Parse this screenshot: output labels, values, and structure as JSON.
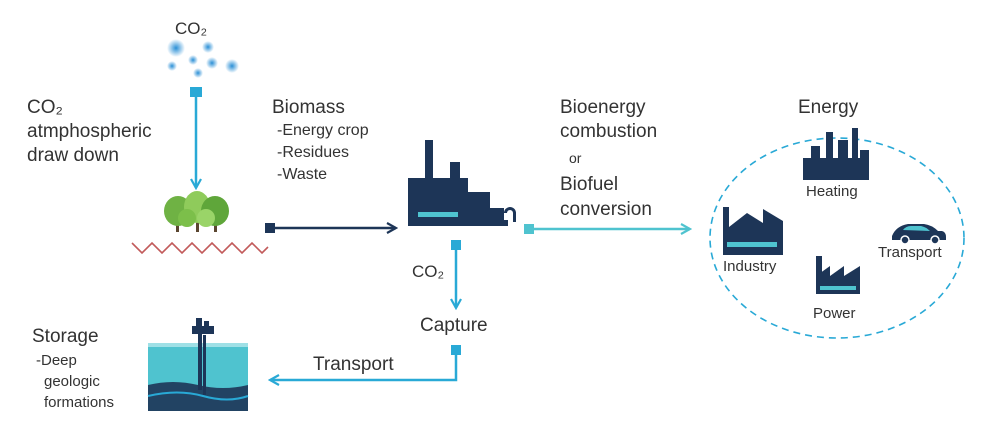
{
  "colors": {
    "accent": "#29a9d6",
    "dark": "#1d3557",
    "teal": "#4fc3cf",
    "ground": "#c25b5b",
    "tree": "#7cbf4a"
  },
  "icons": [
    "co2-cloud-icon",
    "trees-icon",
    "factory-icon",
    "industry-icon",
    "heating-icon",
    "power-icon",
    "car-icon",
    "storage-well-icon"
  ],
  "labels": {
    "co2_top": "CO₂",
    "draw_down": [
      "CO₂",
      "atmphospheric",
      "draw down"
    ],
    "biomass": {
      "title": "Biomass",
      "items": [
        "-Energy crop",
        "-Residues",
        "-Waste"
      ]
    },
    "conversion": [
      "Bioenergy",
      "combustion",
      "or",
      "Biofuel",
      "conversion"
    ],
    "energy": {
      "title": "Energy",
      "heating": "Heating",
      "industry": "Industry",
      "transport": "Transport",
      "power": "Power"
    },
    "co2_mid": "CO₂",
    "capture": "Capture",
    "transport": "Transport",
    "storage": {
      "title": "Storage",
      "items": [
        "-Deep",
        "geologic",
        "formations"
      ]
    }
  }
}
